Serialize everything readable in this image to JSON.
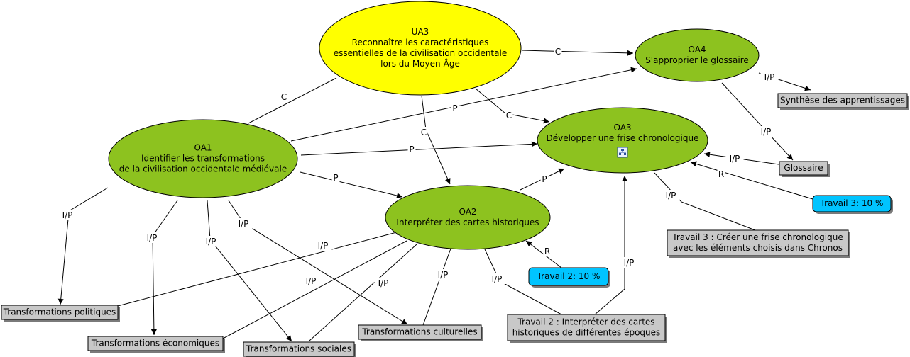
{
  "colors": {
    "goal_fill": "#ffff00",
    "objective_fill": "#8dc21f",
    "box_fill": "#c8c8c8",
    "task_fill": "#00c4ff"
  },
  "nodes": {
    "ua3": {
      "lines": [
        "UA3",
        "Reconnaître les caractéristiques",
        "essentielles de la civilisation occidentale",
        "lors du Moyen-Âge"
      ]
    },
    "oa4": {
      "lines": [
        "OA4",
        "S'approprier le glossaire"
      ]
    },
    "oa3": {
      "lines": [
        "OA3",
        "Développer une frise chronologique"
      ],
      "icon": "diagram-icon"
    },
    "oa1": {
      "lines": [
        "OA1",
        "Identifier les transformations",
        "de la civilisation occidentale médiévale"
      ]
    },
    "oa2": {
      "lines": [
        "OA2",
        "Interpréter des cartes historiques"
      ]
    },
    "synthese": {
      "lines": [
        "Synthèse des apprentissages"
      ]
    },
    "glossaire": {
      "lines": [
        "Glossaire"
      ]
    },
    "travail3pct": {
      "lines": [
        "Travail 3: 10 %"
      ]
    },
    "travail3": {
      "lines": [
        "Travail 3 : Créer une frise chronologique",
        "avec les éléments choisis dans Chronos"
      ]
    },
    "travail2pct": {
      "lines": [
        "Travail 2: 10 %"
      ]
    },
    "travail2": {
      "lines": [
        "Travail 2 : Interpréter des cartes",
        "historiques de différentes époques"
      ]
    },
    "tpol": {
      "lines": [
        "Transformations politiques"
      ]
    },
    "teco": {
      "lines": [
        "Transformations économiques"
      ]
    },
    "tsoc": {
      "lines": [
        "Transformations sociales"
      ]
    },
    "tcul": {
      "lines": [
        "Transformations culturelles"
      ]
    }
  },
  "edges": [
    {
      "id": "ua3-oa4",
      "label": "C"
    },
    {
      "id": "ua3-oa1",
      "label": "C"
    },
    {
      "id": "ua3-oa2",
      "label": "C"
    },
    {
      "id": "ua3-oa3",
      "label": "C"
    },
    {
      "id": "oa1-oa4",
      "label": "P"
    },
    {
      "id": "oa1-oa3",
      "label": "P"
    },
    {
      "id": "oa1-oa2",
      "label": "P"
    },
    {
      "id": "oa2-oa3",
      "label": "P"
    },
    {
      "id": "oa4-synthese",
      "label": "I/P"
    },
    {
      "id": "oa4-glossaire",
      "label": "I/P"
    },
    {
      "id": "glossaire-oa3",
      "label": "I/P"
    },
    {
      "id": "travail3pct-oa3",
      "label": "R"
    },
    {
      "id": "oa3-travail3",
      "label": "I/P"
    },
    {
      "id": "travail2-oa3",
      "label": "I/P"
    },
    {
      "id": "travail2pct-oa2",
      "label": "R"
    },
    {
      "id": "oa2-travail2",
      "label": "I/P"
    },
    {
      "id": "oa1-tpol",
      "label": "I/P"
    },
    {
      "id": "oa1-teco",
      "label": "I/P"
    },
    {
      "id": "oa1-tsoc",
      "label": "I/P"
    },
    {
      "id": "oa1-tcul",
      "label": "I/P"
    },
    {
      "id": "tpol-oa2",
      "label": "I/P"
    },
    {
      "id": "oa2-teco",
      "label": "I/P"
    },
    {
      "id": "oa2-tsoc",
      "label": "I/P"
    },
    {
      "id": "oa2-tcul",
      "label": "I/P"
    }
  ]
}
